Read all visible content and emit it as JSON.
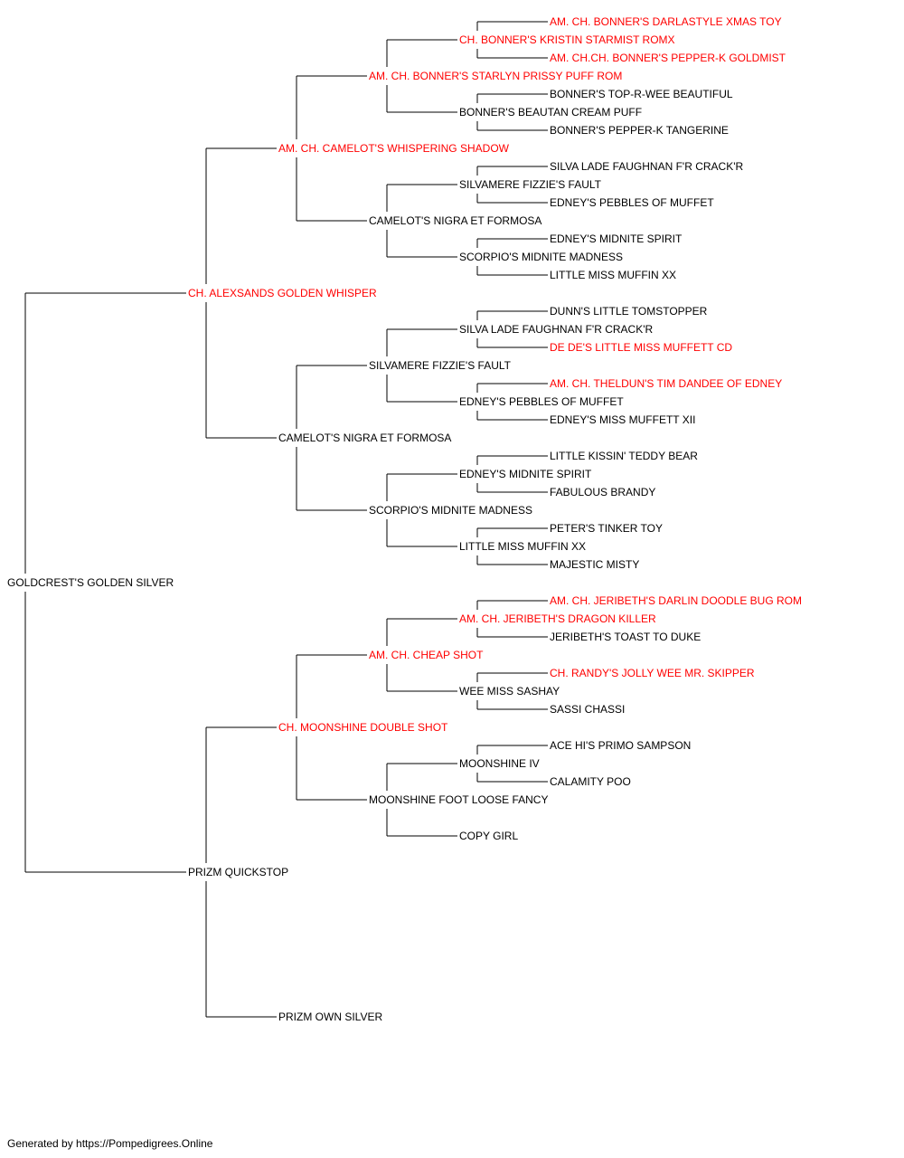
{
  "colors": {
    "champion": "#ff0000",
    "normal": "#000000"
  },
  "pedigree": {
    "name": "GOLDCREST'S GOLDEN SILVER",
    "champion": false,
    "sire": {
      "name": "CH. ALEXSANDS GOLDEN WHISPER",
      "champion": true,
      "sire": {
        "name": "AM. CH. CAMELOT'S WHISPERING SHADOW",
        "champion": true,
        "sire": {
          "name": "AM. CH. BONNER'S STARLYN PRISSY PUFF ROM",
          "champion": true,
          "sire": {
            "name": "CH. BONNER'S KRISTIN STARMIST ROMX",
            "champion": true,
            "sire": {
              "name": "AM. CH. BONNER'S DARLASTYLE XMAS TOY",
              "champion": true
            },
            "dam": {
              "name": "AM. CH.CH. BONNER'S PEPPER-K GOLDMIST",
              "champion": true
            }
          },
          "dam": {
            "name": "BONNER'S BEAUTAN CREAM PUFF",
            "champion": false,
            "sire": {
              "name": "BONNER'S TOP-R-WEE BEAUTIFUL",
              "champion": false
            },
            "dam": {
              "name": "BONNER'S PEPPER-K TANGERINE",
              "champion": false
            }
          }
        },
        "dam": {
          "name": "CAMELOT'S NIGRA ET FORMOSA",
          "champion": false,
          "sire": {
            "name": "SILVAMERE FIZZIE'S FAULT",
            "champion": false,
            "sire": {
              "name": "SILVA LADE FAUGHNAN F'R CRACK'R",
              "champion": false
            },
            "dam": {
              "name": "EDNEY'S PEBBLES OF MUFFET",
              "champion": false
            }
          },
          "dam": {
            "name": "SCORPIO'S MIDNITE MADNESS",
            "champion": false,
            "sire": {
              "name": "EDNEY'S MIDNITE SPIRIT",
              "champion": false
            },
            "dam": {
              "name": "LITTLE MISS MUFFIN XX",
              "champion": false
            }
          }
        }
      },
      "dam": {
        "name": "CAMELOT'S NIGRA ET FORMOSA",
        "champion": false,
        "sire": {
          "name": "SILVAMERE FIZZIE'S FAULT",
          "champion": false,
          "sire": {
            "name": "SILVA LADE FAUGHNAN F'R CRACK'R",
            "champion": false,
            "sire": {
              "name": "DUNN'S LITTLE TOMSTOPPER",
              "champion": false
            },
            "dam": {
              "name": "DE DE'S LITTLE MISS MUFFETT CD",
              "champion": true
            }
          },
          "dam": {
            "name": "EDNEY'S PEBBLES OF MUFFET",
            "champion": false,
            "sire": {
              "name": "AM. CH. THELDUN'S TIM DANDEE OF EDNEY",
              "champion": true
            },
            "dam": {
              "name": "EDNEY'S MISS MUFFETT XII",
              "champion": false
            }
          }
        },
        "dam": {
          "name": "SCORPIO'S MIDNITE MADNESS",
          "champion": false,
          "sire": {
            "name": "EDNEY'S MIDNITE SPIRIT",
            "champion": false,
            "sire": {
              "name": "LITTLE KISSIN' TEDDY BEAR",
              "champion": false
            },
            "dam": {
              "name": "FABULOUS BRANDY",
              "champion": false
            }
          },
          "dam": {
            "name": "LITTLE MISS MUFFIN XX",
            "champion": false,
            "sire": {
              "name": "PETER'S TINKER TOY",
              "champion": false
            },
            "dam": {
              "name": "MAJESTIC MISTY",
              "champion": false
            }
          }
        }
      }
    },
    "dam": {
      "name": "PRIZM QUICKSTOP",
      "champion": false,
      "sire": {
        "name": "CH. MOONSHINE DOUBLE SHOT",
        "champion": true,
        "sire": {
          "name": "AM. CH. CHEAP SHOT",
          "champion": true,
          "sire": {
            "name": "AM. CH. JERIBETH'S DRAGON KILLER",
            "champion": true,
            "sire": {
              "name": "AM. CH. JERIBETH'S DARLIN DOODLE BUG ROM",
              "champion": true
            },
            "dam": {
              "name": "JERIBETH'S TOAST TO DUKE",
              "champion": false
            }
          },
          "dam": {
            "name": "WEE MISS SASHAY",
            "champion": false,
            "sire": {
              "name": "CH. RANDY'S JOLLY WEE MR. SKIPPER",
              "champion": true
            },
            "dam": {
              "name": "SASSI CHASSI",
              "champion": false
            }
          }
        },
        "dam": {
          "name": "MOONSHINE FOOT LOOSE FANCY",
          "champion": false,
          "sire": {
            "name": "MOONSHINE IV",
            "champion": false,
            "sire": {
              "name": "ACE HI'S PRIMO SAMPSON",
              "champion": false
            },
            "dam": {
              "name": "CALAMITY POO",
              "champion": false
            }
          },
          "dam": {
            "name": "COPY GIRL",
            "champion": false
          }
        }
      },
      "dam": {
        "name": "PRIZM OWN SILVER",
        "champion": false
      }
    }
  },
  "footer": {
    "text": "Generated by https://Pompedigrees.Online"
  }
}
